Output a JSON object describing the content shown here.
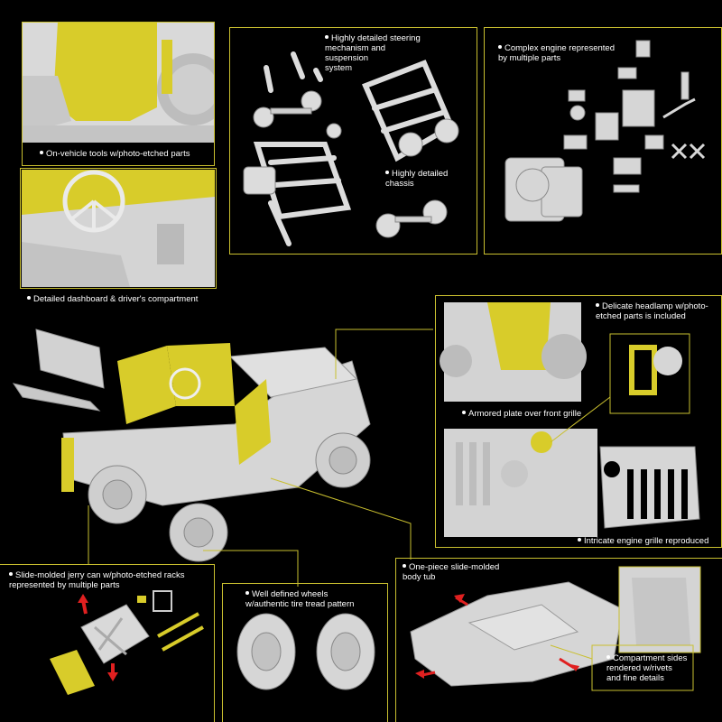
{
  "accent_color": "#c9bf2f",
  "part_yellow": "#d8cc2a",
  "part_grey": "#dcdcdc",
  "captions": {
    "tools": "On-vehicle tools w/photo-etched parts",
    "dashboard": "Detailed dashboard & driver's compartment",
    "steering": "Highly detailed steering\nmechanism and\nsuspension\nsystem",
    "chassis": "Highly detailed\nchassis",
    "engine": "Complex engine represented\nby multiple parts",
    "headlamp": "Delicate headlamp w/photo-\netched parts is included",
    "armored": "Armored plate over front grille",
    "grille": "Intricate engine grille reproduced",
    "jerry": "Slide-molded jerry can w/photo-etched racks\nrepresented by multiple parts",
    "wheels": "Well defined wheels\nw/authentic tire tread pattern",
    "body": "One-piece slide-molded\nbody tub",
    "compartment": "Compartment sides\nrendered w/rivets\nand fine details"
  },
  "icons": [
    "bullet-dot-icon",
    "red-arrow-icon"
  ]
}
